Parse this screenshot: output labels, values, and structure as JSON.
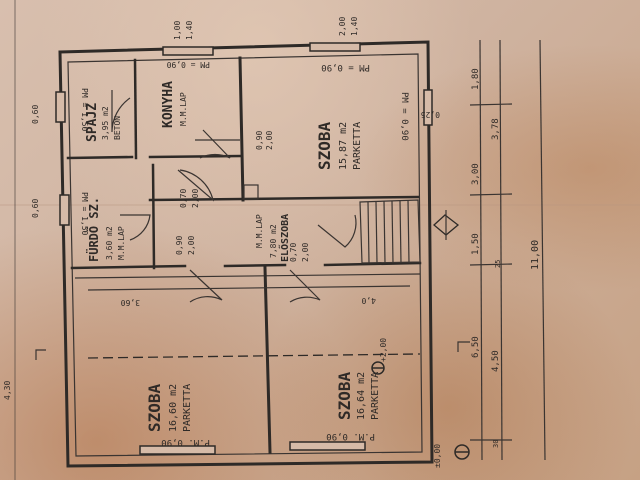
{
  "rooms": {
    "spajz": {
      "name": "SPAJZ",
      "area": "3,95 m2",
      "floor": "BETON"
    },
    "konyha": {
      "name": "KONYHA",
      "floor": "M.M.LAP"
    },
    "szoba_top": {
      "name": "SZOBA",
      "area": "15,87 m2",
      "floor": "PARKETTA"
    },
    "furdo": {
      "name": "FÜRDŐ SZ.",
      "area": "3,60 m2",
      "floor": "M.M.LAP"
    },
    "eloszoba": {
      "name": "ELŐSZOBA",
      "area": "7,80 m2",
      "floor": "M.M.LAP"
    },
    "szoba_left": {
      "name": "SZOBA",
      "area": "16,60 m2",
      "floor": "PARKETTA"
    },
    "szoba_right": {
      "name": "SZOBA",
      "area": "16,64 m2",
      "floor": "PARKETTA"
    }
  },
  "openings": {
    "w1": "PM = 1,50",
    "w2": "PM = 0,90",
    "w3": "PM = 0,90",
    "w4": "PM = 1,50",
    "w5": "P.M. 0,90",
    "w6": "P.M. 0,90",
    "w7": "PM = 0,90"
  },
  "dims": {
    "top1": "1,00",
    "top1b": "1,40",
    "top2": "2,00",
    "top2b": "1,40",
    "right_a": "1,80",
    "right_b": "3,78",
    "right_c": "3,00",
    "right_d": "1,50",
    "right_e": "6,50",
    "right_f": "4,50",
    "right_total": "11,00",
    "door_a": "0,70",
    "door_a2": "2,00",
    "door_b": "0,90",
    "door_b2": "2,00",
    "door_c": "0,90",
    "door_c2": "2,00",
    "door_d": "0,70",
    "door_d2": "2,00",
    "side_l1": "0,60",
    "side_l2": "0,60",
    "left_edge": "4,30",
    "inner1": "3,60",
    "inner2": "4,0",
    "level": "±0,00",
    "level2": "+2,00",
    "misc1": "25",
    "misc2": "30",
    "misc3": "0,25"
  }
}
